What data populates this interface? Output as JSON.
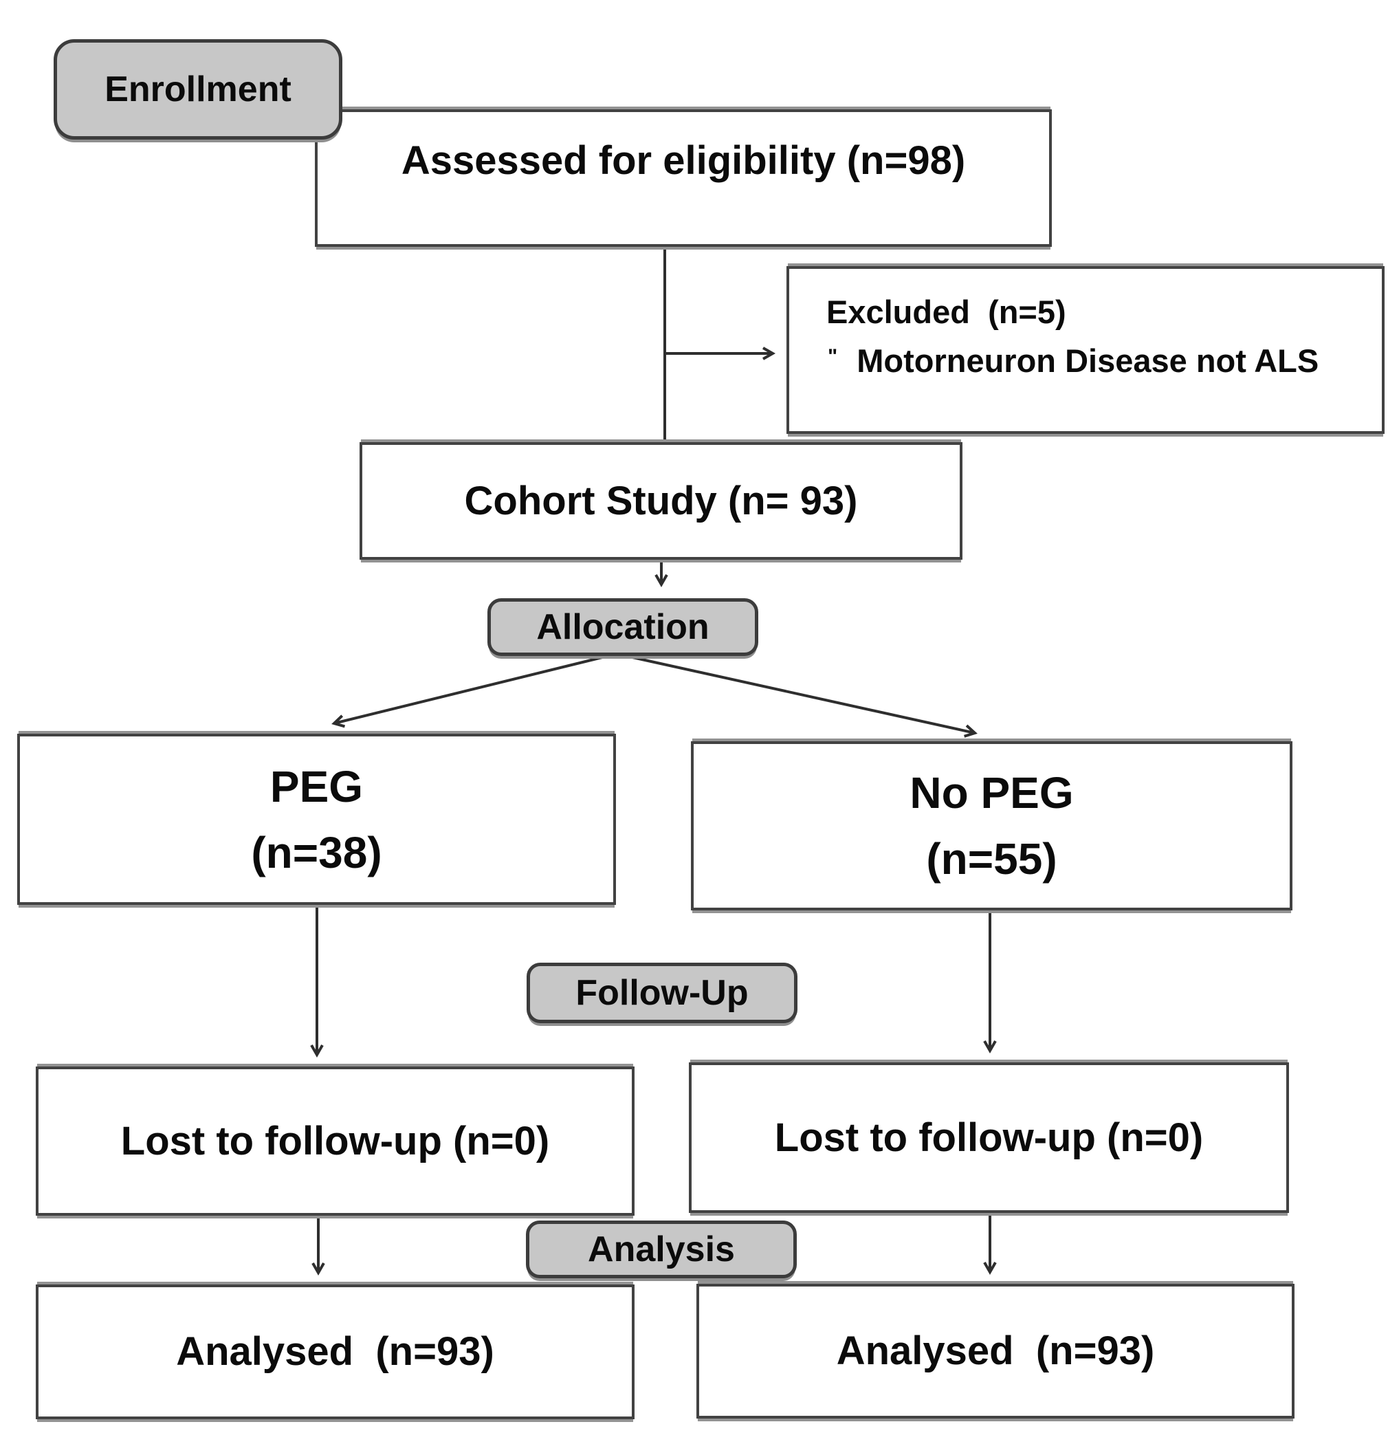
{
  "colors": {
    "background": "#ffffff",
    "badge_fill": "#c7c7c7",
    "badge_border": "#3c3c3c",
    "box_fill": "#ffffff",
    "box_border": "#424242",
    "connector": "#2e2e2e",
    "text": "#0b0b0b"
  },
  "badges": {
    "enrollment": "Enrollment",
    "allocation": "Allocation",
    "followup": "Follow-Up",
    "analysis": "Analysis"
  },
  "nodes": {
    "assessed": "Assessed for eligibility (n=98)",
    "excluded_title": "Excluded  (n=5)",
    "excluded_bullet": "\"",
    "excluded_reason": "Motorneuron Disease not ALS",
    "cohort": "Cohort Study (n= 93)",
    "peg_title": "PEG",
    "peg_count": "(n=38)",
    "nopeg_title": "No PEG",
    "nopeg_count": "(n=55)",
    "lost_left": "Lost to follow-up (n=0)",
    "lost_right": "Lost to follow-up (n=0)",
    "analysed_left": "Analysed  (n=93)",
    "analysed_right": "Analysed  (n=93)"
  }
}
